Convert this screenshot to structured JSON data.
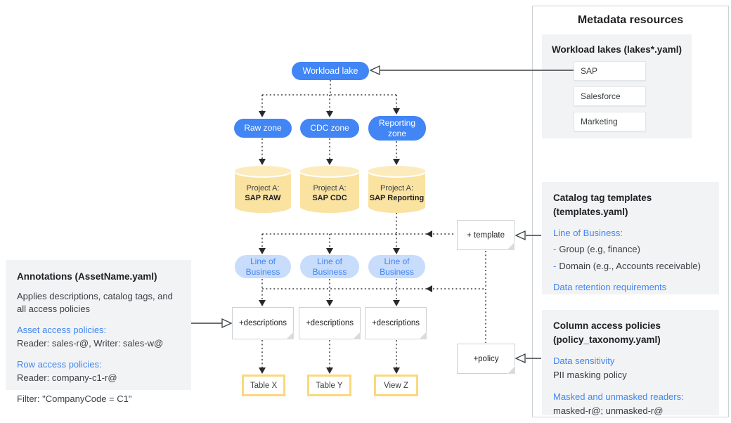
{
  "colors": {
    "node_blue": "#4285F4",
    "lob_fill": "#C8DCFB",
    "cylinder_fill": "#FAE2A0",
    "table_border": "#FAD87C",
    "card_gray": "#F1F3F4"
  },
  "diagram": {
    "lake": {
      "label": "Workload lake"
    },
    "zones": [
      {
        "label": "Raw zone"
      },
      {
        "label": "CDC zone"
      },
      {
        "label": "Reporting zone"
      }
    ],
    "projects": [
      {
        "line1": "Project A:",
        "line2": "SAP RAW"
      },
      {
        "line1": "Project A:",
        "line2": "SAP CDC"
      },
      {
        "line1": "Project A:",
        "line2": "SAP Reporting"
      }
    ],
    "lob_tags": [
      {
        "label": "Line of Business"
      },
      {
        "label": "Line of Business"
      },
      {
        "label": "Line of Business"
      }
    ],
    "descriptions": [
      {
        "label": "+descriptions"
      },
      {
        "label": "+descriptions"
      },
      {
        "label": "+descriptions"
      }
    ],
    "template_note": {
      "label": "+ template"
    },
    "policy_note": {
      "label": "+policy"
    },
    "assets": [
      {
        "label": "Table X"
      },
      {
        "label": "Table Y"
      },
      {
        "label": "View Z"
      }
    ]
  },
  "annotations_panel": {
    "title": "Annotations (AssetName.yaml)",
    "description": "Applies descriptions, catalog tags, and all access policies",
    "asset_access_heading": "Asset access policies:",
    "asset_access_value": "Reader: sales-r@, Writer: sales-w@",
    "row_access_heading": "Row access policies:",
    "row_access_value": "Reader: company-c1-r@",
    "filter_value": "Filter: \"CompanyCode = C1\""
  },
  "metadata_panel": {
    "title": "Metadata resources",
    "workload_lakes": {
      "heading": "Workload lakes (lakes*.yaml)",
      "items": [
        "SAP",
        "Salesforce",
        "Marketing"
      ]
    },
    "catalog_templates": {
      "heading_line1": "Catalog tag templates",
      "heading_line2": "(templates.yaml)",
      "lob_heading": "Line of Business:",
      "bullet": "-",
      "items": [
        "Group (e.g, finance)",
        "Domain (e.g., Accounts receivable)"
      ],
      "retention_heading": "Data retention requirements"
    },
    "column_policies": {
      "heading_line1": "Column access policies",
      "heading_line2": "(policy_taxonomy.yaml)",
      "sensitivity_heading": "Data sensitivity",
      "sensitivity_value": "PII masking policy",
      "readers_heading": "Masked and unmasked readers:",
      "readers_value": "masked-r@; unmasked-r@"
    }
  }
}
